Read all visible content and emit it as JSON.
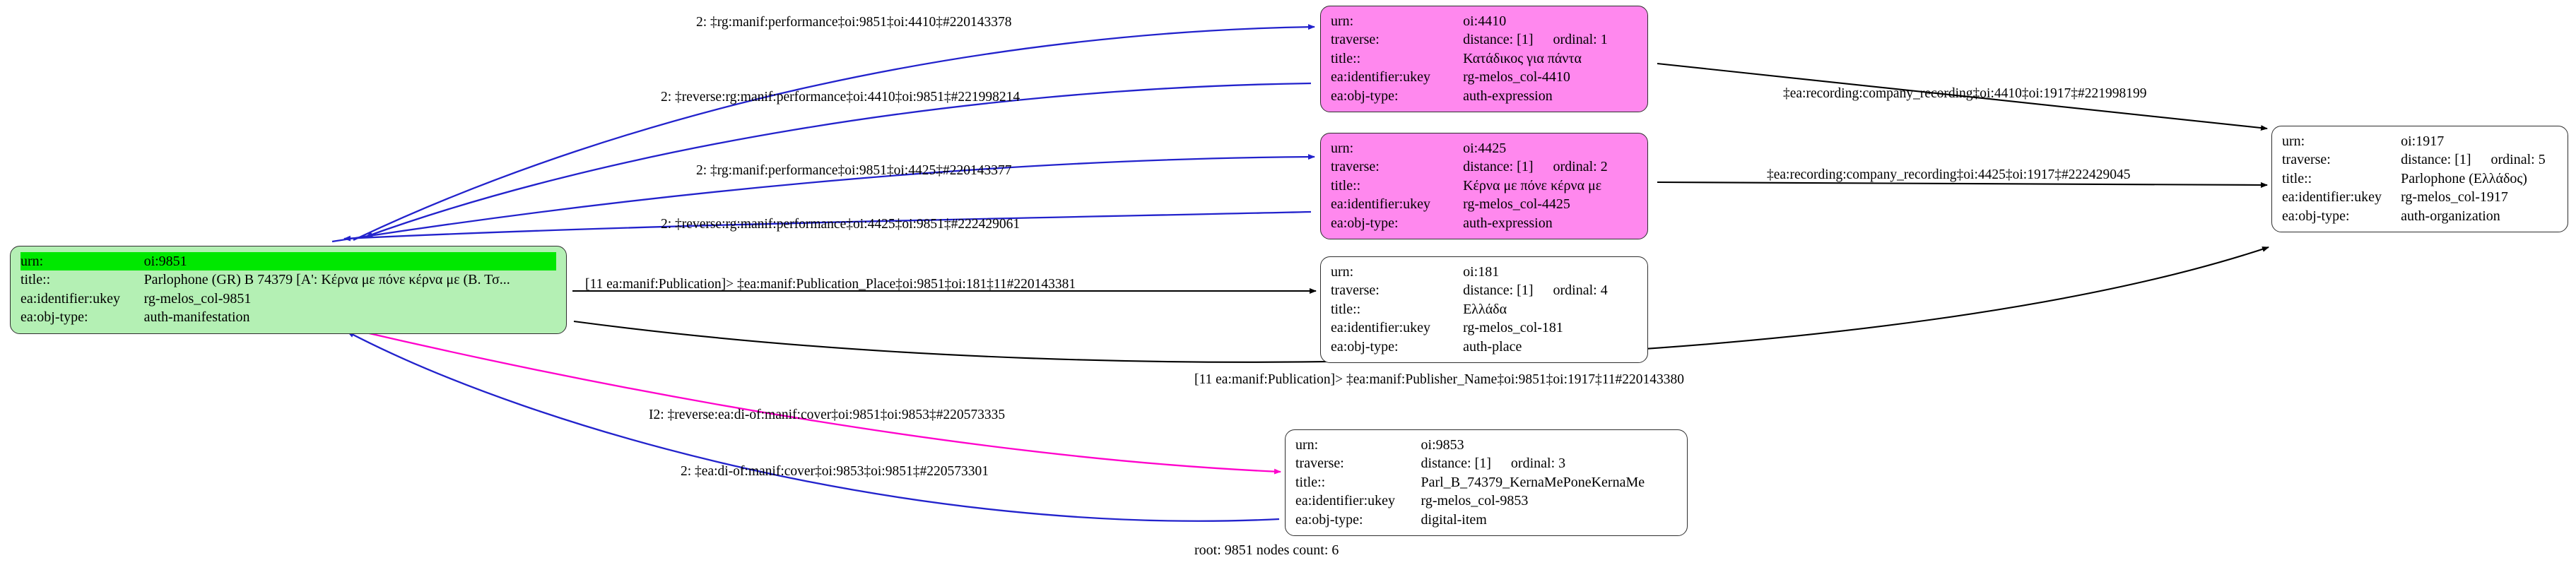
{
  "graph": {
    "caption": "root: 9851 nodes count: 6",
    "colors": {
      "root_fill": "#b4f0b4",
      "root_highlight": "#00e800",
      "expression_fill": "#ff88ee",
      "plain_fill": "#ffffff",
      "edge_blue": "#2222cc",
      "edge_magenta": "#ff00cc",
      "edge_black": "#000000",
      "border": "#2e2e2e"
    },
    "field_labels": {
      "urn": "urn:",
      "traverse": "traverse:",
      "title": "title::",
      "ukey": "ea:identifier:ukey",
      "objtype": "ea:obj-type:"
    },
    "nodes": [
      {
        "id": "n9851",
        "urn": "oi:9851",
        "has_traverse": false,
        "traverse_distance": "",
        "traverse_ordinal": "",
        "title": "Parlophone (GR) B 74379 [A': Κέρνα με πόνε κέρνα με (Β. Τσ...",
        "ukey": "rg-melos_col-9851",
        "objtype": "auth-manifestation"
      },
      {
        "id": "n4410",
        "urn": "oi:4410",
        "has_traverse": true,
        "traverse_distance": "distance: [1]",
        "traverse_ordinal": "ordinal: 1",
        "title": "Κατάδικος για πάντα",
        "ukey": "rg-melos_col-4410",
        "objtype": "auth-expression"
      },
      {
        "id": "n4425",
        "urn": "oi:4425",
        "has_traverse": true,
        "traverse_distance": "distance: [1]",
        "traverse_ordinal": "ordinal: 2",
        "title": "Κέρνα με πόνε κέρνα με",
        "ukey": "rg-melos_col-4425",
        "objtype": "auth-expression"
      },
      {
        "id": "n181",
        "urn": "oi:181",
        "has_traverse": true,
        "traverse_distance": "distance: [1]",
        "traverse_ordinal": "ordinal: 4",
        "title": "Ελλάδα",
        "ukey": "rg-melos_col-181",
        "objtype": "auth-place"
      },
      {
        "id": "n1917",
        "urn": "oi:1917",
        "has_traverse": true,
        "traverse_distance": "distance: [1]",
        "traverse_ordinal": "ordinal: 5",
        "title": "Parlophone (Ελλάδος)",
        "ukey": "rg-melos_col-1917",
        "objtype": "auth-organization"
      },
      {
        "id": "n9853",
        "urn": "oi:9853",
        "has_traverse": true,
        "traverse_distance": "distance: [1]",
        "traverse_ordinal": "ordinal: 3",
        "title": "Parl_B_74379_KernaMePoneKernaMe",
        "ukey": "rg-melos_col-9853",
        "objtype": "digital-item"
      }
    ],
    "edges": [
      {
        "id": "e1",
        "label": "2: ‡rg:manif:performance‡oi:9851‡oi:4410‡#220143378",
        "color": "#2222cc"
      },
      {
        "id": "e2",
        "label": "2: ‡reverse:rg:manif:performance‡oi:4410‡oi:9851‡#221998214",
        "color": "#2222cc"
      },
      {
        "id": "e3",
        "label": "2: ‡rg:manif:performance‡oi:9851‡oi:4425‡#220143377",
        "color": "#2222cc"
      },
      {
        "id": "e4",
        "label": "2: ‡reverse:rg:manif:performance‡oi:4425‡oi:9851‡#222429061",
        "color": "#2222cc"
      },
      {
        "id": "e5",
        "label": "[11 ea:manif:Publication]> ‡ea:manif:Publication_Place‡oi:9851‡oi:181‡11#220143381",
        "color": "#000000"
      },
      {
        "id": "e6",
        "label": "[11 ea:manif:Publication]> ‡ea:manif:Publisher_Name‡oi:9851‡oi:1917‡11#220143380",
        "color": "#000000"
      },
      {
        "id": "e7",
        "label": "‡ea:recording:company_recording‡oi:4410‡oi:1917‡#221998199",
        "color": "#000000"
      },
      {
        "id": "e8",
        "label": "‡ea:recording:company_recording‡oi:4425‡oi:1917‡#222429045",
        "color": "#000000"
      },
      {
        "id": "e9",
        "label": "I2: ‡reverse:ea:di-of:manif:cover‡oi:9851‡oi:9853‡#220573335",
        "color": "#ff00cc"
      },
      {
        "id": "e10",
        "label": "2: ‡ea:di-of:manif:cover‡oi:9853‡oi:9851‡#220573301",
        "color": "#2222cc"
      }
    ]
  }
}
